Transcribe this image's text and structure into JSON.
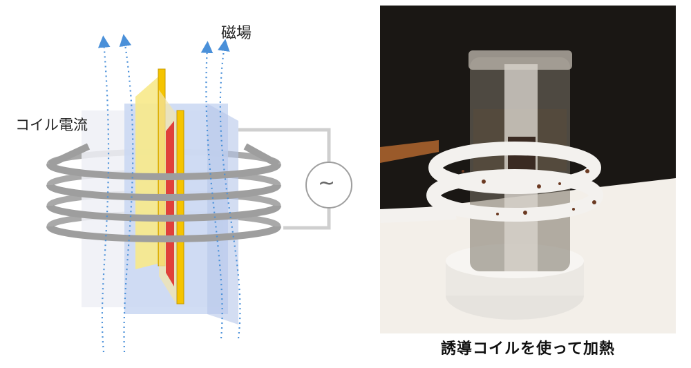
{
  "diagram": {
    "magnetic_field_label": "磁場",
    "coil_current_label": "コイル電流",
    "ac_source_symbol": "~"
  },
  "photo": {
    "caption": "誘導コイルを使って加熱"
  },
  "colors": {
    "field_lines": "#4a90d9",
    "coil": "#9e9e9e",
    "plate_yellow": "#f5c400",
    "plate_red": "#e0403a",
    "glass_blue": "#c9d7f2"
  }
}
